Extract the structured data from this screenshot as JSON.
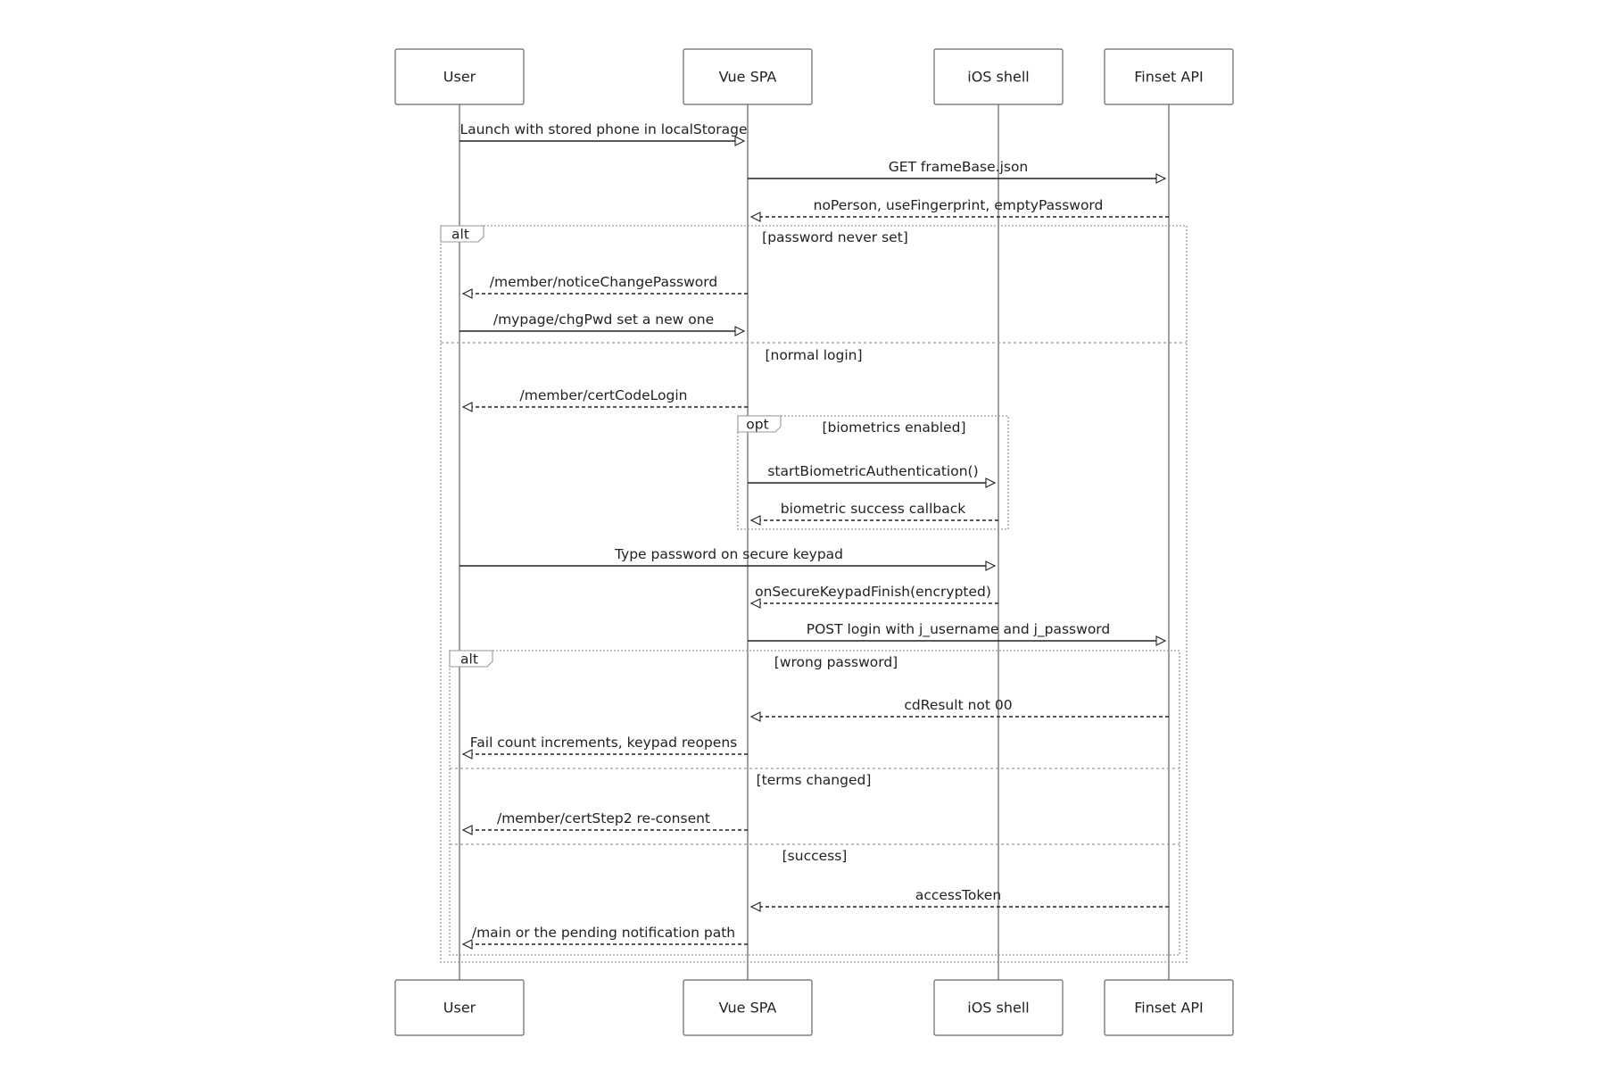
{
  "participants": [
    {
      "id": "user",
      "label": "User"
    },
    {
      "id": "vue",
      "label": "Vue SPA"
    },
    {
      "id": "ios",
      "label": "iOS shell"
    },
    {
      "id": "finset",
      "label": "Finset API"
    }
  ],
  "messages": [
    {
      "from": "user",
      "to": "vue",
      "text": "Launch with stored phone in localStorage",
      "style": "solid"
    },
    {
      "from": "vue",
      "to": "finset",
      "text": "GET frameBase.json",
      "style": "solid"
    },
    {
      "from": "finset",
      "to": "vue",
      "text": "noPerson, useFingerprint, emptyPassword",
      "style": "dashed"
    },
    {
      "from": "vue",
      "to": "user",
      "text": "/member/noticeChangePassword",
      "style": "dashed"
    },
    {
      "from": "user",
      "to": "vue",
      "text": "/mypage/chgPwd set a new one",
      "style": "solid"
    },
    {
      "from": "vue",
      "to": "user",
      "text": "/member/certCodeLogin",
      "style": "dashed"
    },
    {
      "from": "vue",
      "to": "ios",
      "text": "startBiometricAuthentication()",
      "style": "solid"
    },
    {
      "from": "ios",
      "to": "vue",
      "text": "biometric success callback",
      "style": "dashed"
    },
    {
      "from": "user",
      "to": "ios",
      "text": "Type password on secure keypad",
      "style": "solid"
    },
    {
      "from": "ios",
      "to": "vue",
      "text": "onSecureKeypadFinish(encrypted)",
      "style": "dashed"
    },
    {
      "from": "vue",
      "to": "finset",
      "text": "POST login with j_username and j_password",
      "style": "solid"
    },
    {
      "from": "finset",
      "to": "vue",
      "text": "cdResult not 00",
      "style": "dashed"
    },
    {
      "from": "vue",
      "to": "user",
      "text": "Fail count increments, keypad reopens",
      "style": "dashed"
    },
    {
      "from": "vue",
      "to": "user",
      "text": "/member/certStep2 re-consent",
      "style": "dashed"
    },
    {
      "from": "finset",
      "to": "vue",
      "text": "accessToken",
      "style": "dashed"
    },
    {
      "from": "vue",
      "to": "user",
      "text": "/main or the pending notification path",
      "style": "dashed"
    }
  ],
  "fragments": [
    {
      "operator": "alt",
      "sections": [
        "[password never set]",
        "[normal login]"
      ]
    },
    {
      "operator": "opt",
      "sections": [
        "[biometrics enabled]"
      ]
    },
    {
      "operator": "alt",
      "sections": [
        "[wrong password]",
        "[terms changed]",
        "[success]"
      ]
    }
  ]
}
